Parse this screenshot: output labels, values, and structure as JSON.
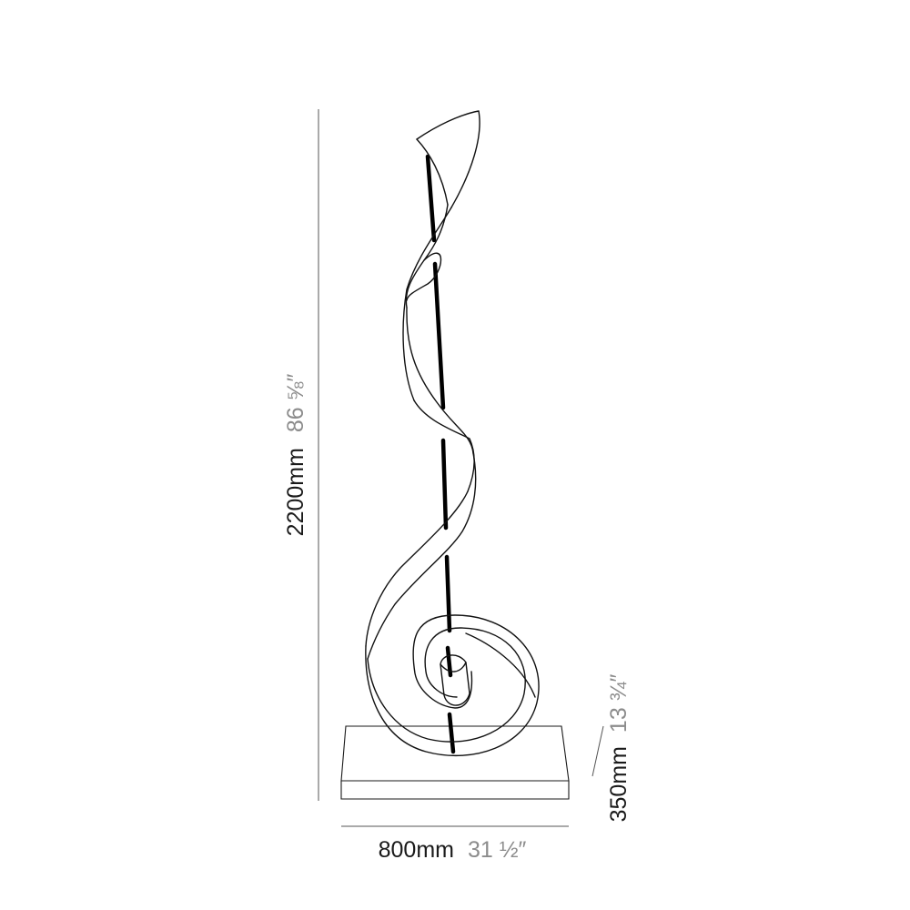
{
  "dimensions": {
    "height": {
      "metric": "2200mm",
      "imperial": "86 ⅝″"
    },
    "width": {
      "metric": "800mm",
      "imperial": "31 ½″"
    },
    "depth": {
      "metric": "350mm",
      "imperial": "13 ¾″"
    }
  },
  "colors": {
    "metric_text": "#1a1a1a",
    "imperial_text": "#8c8c8c",
    "line": "#111111"
  }
}
